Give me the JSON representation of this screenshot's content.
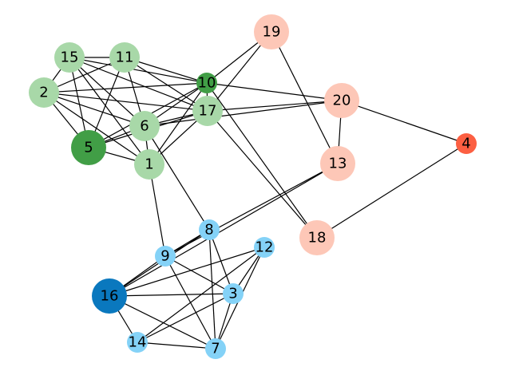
{
  "graph": {
    "colors": {
      "light_green": "#a8d8a8",
      "green": "#419e46",
      "light_salmon": "#fdc7b7",
      "tomato": "#fc5f42",
      "light_blue": "#84d2f7",
      "blue": "#0a78be"
    },
    "nodes": [
      {
        "id": "1",
        "label": "1",
        "color": "#a8d8a8",
        "size": "large"
      },
      {
        "id": "2",
        "label": "2",
        "color": "#a8d8a8",
        "size": "large"
      },
      {
        "id": "3",
        "label": "3",
        "color": "#84d2f7",
        "size": "small"
      },
      {
        "id": "4",
        "label": "4",
        "color": "#fc5f42",
        "size": "small"
      },
      {
        "id": "5",
        "label": "5",
        "color": "#419e46",
        "size": "xlarge"
      },
      {
        "id": "6",
        "label": "6",
        "color": "#a8d8a8",
        "size": "large"
      },
      {
        "id": "7",
        "label": "7",
        "color": "#84d2f7",
        "size": "small"
      },
      {
        "id": "8",
        "label": "8",
        "color": "#84d2f7",
        "size": "small"
      },
      {
        "id": "9",
        "label": "9",
        "color": "#84d2f7",
        "size": "small"
      },
      {
        "id": "10",
        "label": "10",
        "color": "#419e46",
        "size": "small"
      },
      {
        "id": "11",
        "label": "11",
        "color": "#a8d8a8",
        "size": "large"
      },
      {
        "id": "12",
        "label": "12",
        "color": "#84d2f7",
        "size": "small"
      },
      {
        "id": "13",
        "label": "13",
        "color": "#fdc7b7",
        "size": "xlarge"
      },
      {
        "id": "14",
        "label": "14",
        "color": "#84d2f7",
        "size": "small"
      },
      {
        "id": "15",
        "label": "15",
        "color": "#a8d8a8",
        "size": "large"
      },
      {
        "id": "16",
        "label": "16",
        "color": "#0a78be",
        "size": "xlarge"
      },
      {
        "id": "17",
        "label": "17",
        "color": "#a8d8a8",
        "size": "large"
      },
      {
        "id": "18",
        "label": "18",
        "color": "#fdc7b7",
        "size": "xlarge"
      },
      {
        "id": "19",
        "label": "19",
        "color": "#fdc7b7",
        "size": "xlarge"
      },
      {
        "id": "20",
        "label": "20",
        "color": "#fdc7b7",
        "size": "xlarge"
      }
    ],
    "edges": [
      [
        "15",
        "11"
      ],
      [
        "15",
        "2"
      ],
      [
        "15",
        "5"
      ],
      [
        "15",
        "6"
      ],
      [
        "15",
        "1"
      ],
      [
        "15",
        "10"
      ],
      [
        "15",
        "17"
      ],
      [
        "11",
        "2"
      ],
      [
        "11",
        "5"
      ],
      [
        "11",
        "6"
      ],
      [
        "11",
        "10"
      ],
      [
        "11",
        "17"
      ],
      [
        "2",
        "10"
      ],
      [
        "2",
        "17"
      ],
      [
        "2",
        "5"
      ],
      [
        "2",
        "6"
      ],
      [
        "2",
        "1"
      ],
      [
        "5",
        "6"
      ],
      [
        "5",
        "1"
      ],
      [
        "5",
        "10"
      ],
      [
        "5",
        "17"
      ],
      [
        "6",
        "10"
      ],
      [
        "6",
        "17"
      ],
      [
        "6",
        "1"
      ],
      [
        "6",
        "20"
      ],
      [
        "6",
        "8"
      ],
      [
        "1",
        "10"
      ],
      [
        "1",
        "17"
      ],
      [
        "1",
        "9"
      ],
      [
        "10",
        "19"
      ],
      [
        "10",
        "20"
      ],
      [
        "10",
        "17"
      ],
      [
        "17",
        "19"
      ],
      [
        "17",
        "20"
      ],
      [
        "17",
        "18"
      ],
      [
        "19",
        "13"
      ],
      [
        "10",
        "18"
      ],
      [
        "20",
        "13"
      ],
      [
        "20",
        "4"
      ],
      [
        "4",
        "18"
      ],
      [
        "13",
        "9"
      ],
      [
        "13",
        "16"
      ],
      [
        "8",
        "16"
      ],
      [
        "8",
        "9"
      ],
      [
        "8",
        "3"
      ],
      [
        "8",
        "7"
      ],
      [
        "9",
        "16"
      ],
      [
        "9",
        "3"
      ],
      [
        "9",
        "7"
      ],
      [
        "16",
        "3"
      ],
      [
        "16",
        "12"
      ],
      [
        "16",
        "14"
      ],
      [
        "16",
        "7"
      ],
      [
        "12",
        "3"
      ],
      [
        "12",
        "7"
      ],
      [
        "12",
        "14"
      ],
      [
        "3",
        "7"
      ],
      [
        "3",
        "14"
      ],
      [
        "14",
        "7"
      ]
    ]
  }
}
